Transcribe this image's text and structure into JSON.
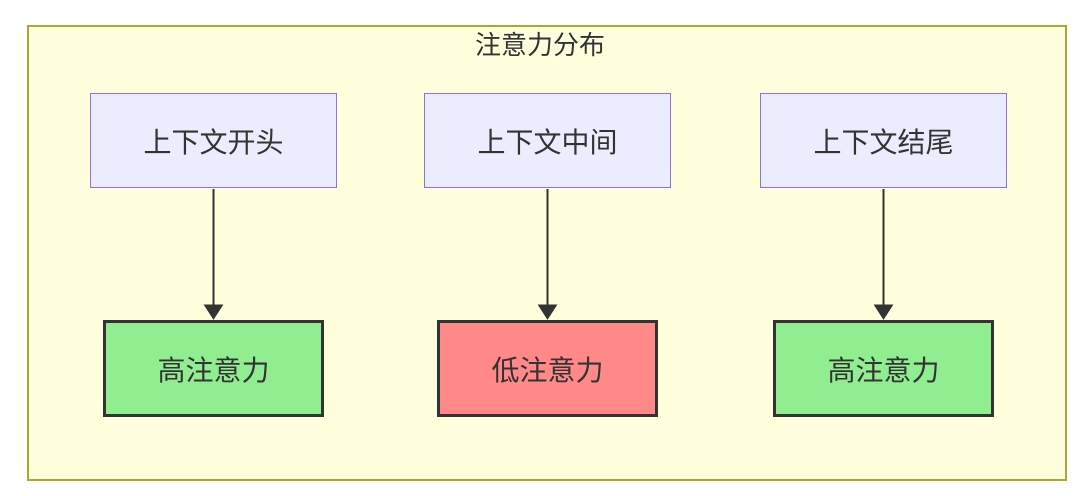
{
  "diagram": {
    "type": "flowchart",
    "title": "注意力分布",
    "top_nodes": [
      {
        "id": "context-start",
        "label": "上下文开头"
      },
      {
        "id": "context-middle",
        "label": "上下文中间"
      },
      {
        "id": "context-end",
        "label": "上下文结尾"
      }
    ],
    "bottom_nodes": [
      {
        "id": "high-attention-start",
        "label": "高注意力",
        "status": "high"
      },
      {
        "id": "low-attention-middle",
        "label": "低注意力",
        "status": "low"
      },
      {
        "id": "high-attention-end",
        "label": "高注意力",
        "status": "high"
      }
    ],
    "edges": [
      {
        "from": "context-start",
        "to": "high-attention-start"
      },
      {
        "from": "context-middle",
        "to": "low-attention-middle"
      },
      {
        "from": "context-end",
        "to": "high-attention-end"
      }
    ],
    "colors": {
      "canvas_fill": "#ffffde",
      "canvas_border": "#aaaa33",
      "top_node_fill": "#ececff",
      "top_node_border": "#9370db",
      "high_fill": "#90ee90",
      "low_fill": "#ff8888",
      "node_border_dark": "#333333",
      "arrow": "#333333",
      "text": "#333333"
    }
  }
}
